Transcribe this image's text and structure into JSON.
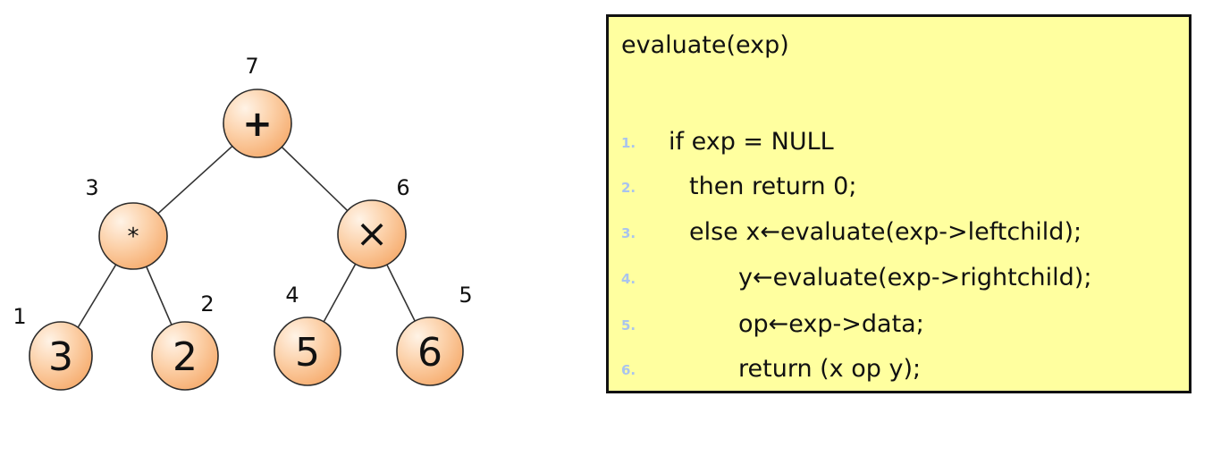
{
  "tree": {
    "nodes": [
      {
        "id": "root",
        "label": "+",
        "order": "7"
      },
      {
        "id": "mul-star",
        "label": "*",
        "order": "3"
      },
      {
        "id": "mul-cross",
        "label": "×",
        "order": "6"
      },
      {
        "id": "leaf-3",
        "label": "3",
        "order": "1"
      },
      {
        "id": "leaf-2",
        "label": "2",
        "order": "2"
      },
      {
        "id": "leaf-5",
        "label": "5",
        "order": "4"
      },
      {
        "id": "leaf-6",
        "label": "6",
        "order": "5"
      }
    ],
    "edges": [
      [
        "root",
        "mul-star"
      ],
      [
        "root",
        "mul-cross"
      ],
      [
        "mul-star",
        "leaf-3"
      ],
      [
        "mul-star",
        "leaf-2"
      ],
      [
        "mul-cross",
        "leaf-5"
      ],
      [
        "mul-cross",
        "leaf-6"
      ]
    ],
    "colors": {
      "node_fill_light": "#fff3e6",
      "node_fill_dark": "#f5a766",
      "node_stroke": "#2b2b2b",
      "edge": "#333333"
    }
  },
  "code": {
    "title": "evaluate(exp)",
    "lines": [
      {
        "num": "1.",
        "text": "if exp = NULL"
      },
      {
        "num": "2.",
        "text": "then return 0;"
      },
      {
        "num": "3.",
        "text": "else x←evaluate(exp->leftchild);"
      },
      {
        "num": "4.",
        "text": "y←evaluate(exp->rightchild);"
      },
      {
        "num": "5.",
        "text": "op←exp->data;"
      },
      {
        "num": "6.",
        "text": "return (x op y);"
      }
    ],
    "colors": {
      "background": "#ffff9f",
      "border": "#111111",
      "line_number": "#a9c4ee"
    }
  }
}
